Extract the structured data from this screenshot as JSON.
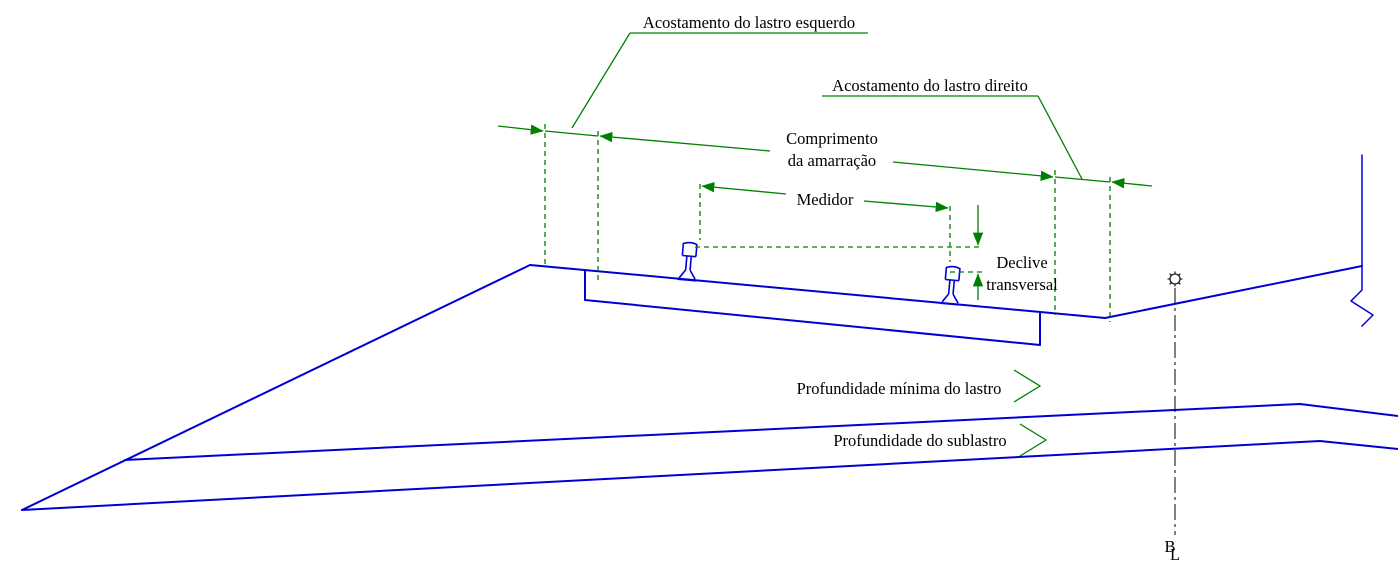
{
  "colors": {
    "geometry_blue": "#0000d4",
    "dimension_green": "#008000",
    "text_black": "#000000",
    "background": "#ffffff"
  },
  "labels": {
    "left_shoulder": "Acostamento do lastro esquerdo",
    "right_shoulder": "Acostamento do lastro direito",
    "tie_length_line1": "Comprimento",
    "tie_length_line2": "da amarração",
    "gauge": "Medidor",
    "cross_slope_line1": "Declive",
    "cross_slope_line2": "transversal",
    "ballast_min_depth": "Profundidade mínima do lastro",
    "subballast_depth": "Profundidade do sublastro",
    "baseline_letter_b": "B",
    "baseline_letter_l": "L"
  },
  "icons": {
    "centerline_marker": "flower-circle-survey-marker",
    "rail_left": "rail-cross-section",
    "rail_right": "rail-cross-section",
    "layer_pointer": "green-chevron-leader",
    "break_symbol": "zigzag-break-line"
  }
}
